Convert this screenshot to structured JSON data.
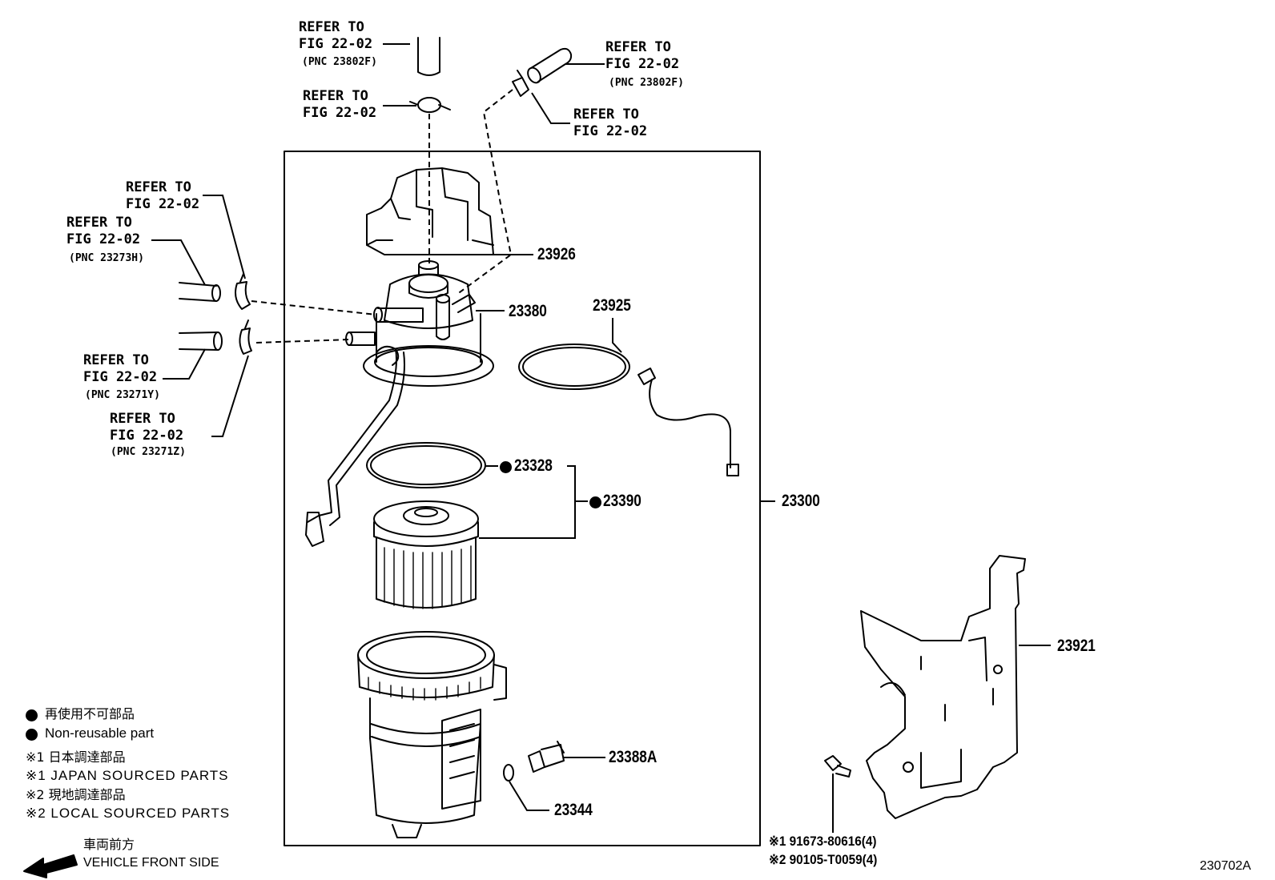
{
  "refer_line": "REFER TO",
  "fig_ref": "FIG 22-02",
  "pnc": {
    "hose_top": "(PNC 23802F)",
    "hose_right": "(PNC 23802F)",
    "hose_left_upper": "(PNC 23273H)",
    "hose_left_lower": "(PNC 23271Y)",
    "hose_left_bottom": "(PNC 23271Z)"
  },
  "parts": {
    "p23926": "23926",
    "p23380": "23380",
    "p23925": "23925",
    "p23328": "23328",
    "p23390": "23390",
    "p23300": "23300",
    "p23921": "23921",
    "p23388A": "23388A",
    "p23344": "23344"
  },
  "bolts": {
    "b1": "※1 91673-80616(4)",
    "b2": "※2 90105-T0059(4)"
  },
  "legend": {
    "non_reusable_jp": "再使用不可部品",
    "non_reusable_en": "Non-reusable part",
    "japan_jp": "※1 日本調達部品",
    "japan_en": "※1 JAPAN SOURCED PARTS",
    "local_jp": "※2 現地調達部品",
    "local_en": "※2 LOCAL SOURCED PARTS"
  },
  "front": {
    "jp": "車両前方",
    "en": "VEHICLE FRONT SIDE"
  },
  "diagram_code": "230702A"
}
